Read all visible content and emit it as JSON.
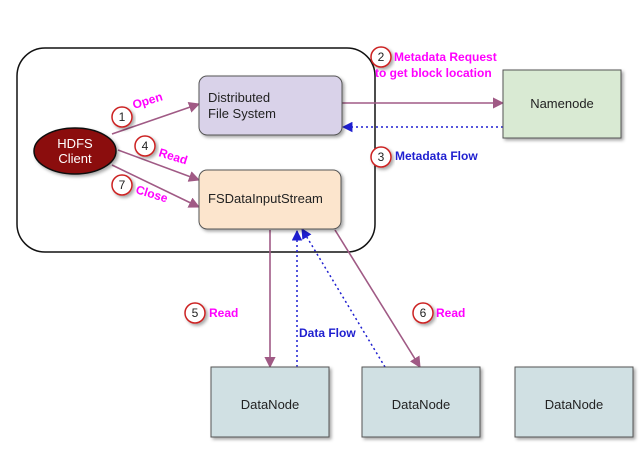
{
  "client": {
    "label_line1": "HDFS",
    "label_line2": "Client"
  },
  "dfs": {
    "label_line1": "Distributed",
    "label_line2": "File System"
  },
  "fsdis": {
    "label": "FSDataInputStream"
  },
  "namenode": {
    "label": "Namenode"
  },
  "datanodes": [
    {
      "label": "DataNode"
    },
    {
      "label": "DataNode"
    },
    {
      "label": "DataNode"
    }
  ],
  "steps": [
    {
      "num": "1",
      "label": "Open"
    },
    {
      "num": "2",
      "label_line1": "Metadata Request",
      "label_line2": "to get block location"
    },
    {
      "num": "3",
      "label": "Metadata Flow"
    },
    {
      "num": "4",
      "label": "Read"
    },
    {
      "num": "5",
      "label": "Read"
    },
    {
      "num": "6",
      "label": "Read"
    },
    {
      "num": "7",
      "label": "Close"
    }
  ],
  "data_flow_label": "Data Flow",
  "colors": {
    "solid_arrow": "#a05a85",
    "dotted_arrow": "#1f1fd0",
    "step_text": "#ff00ff",
    "client_fill": "#8b0f0f",
    "dfs_fill": "#d9d2e9",
    "fsdis_fill": "#fce5cd",
    "namenode_fill": "#d9ead3",
    "datanode_fill": "#d0e0e3"
  }
}
